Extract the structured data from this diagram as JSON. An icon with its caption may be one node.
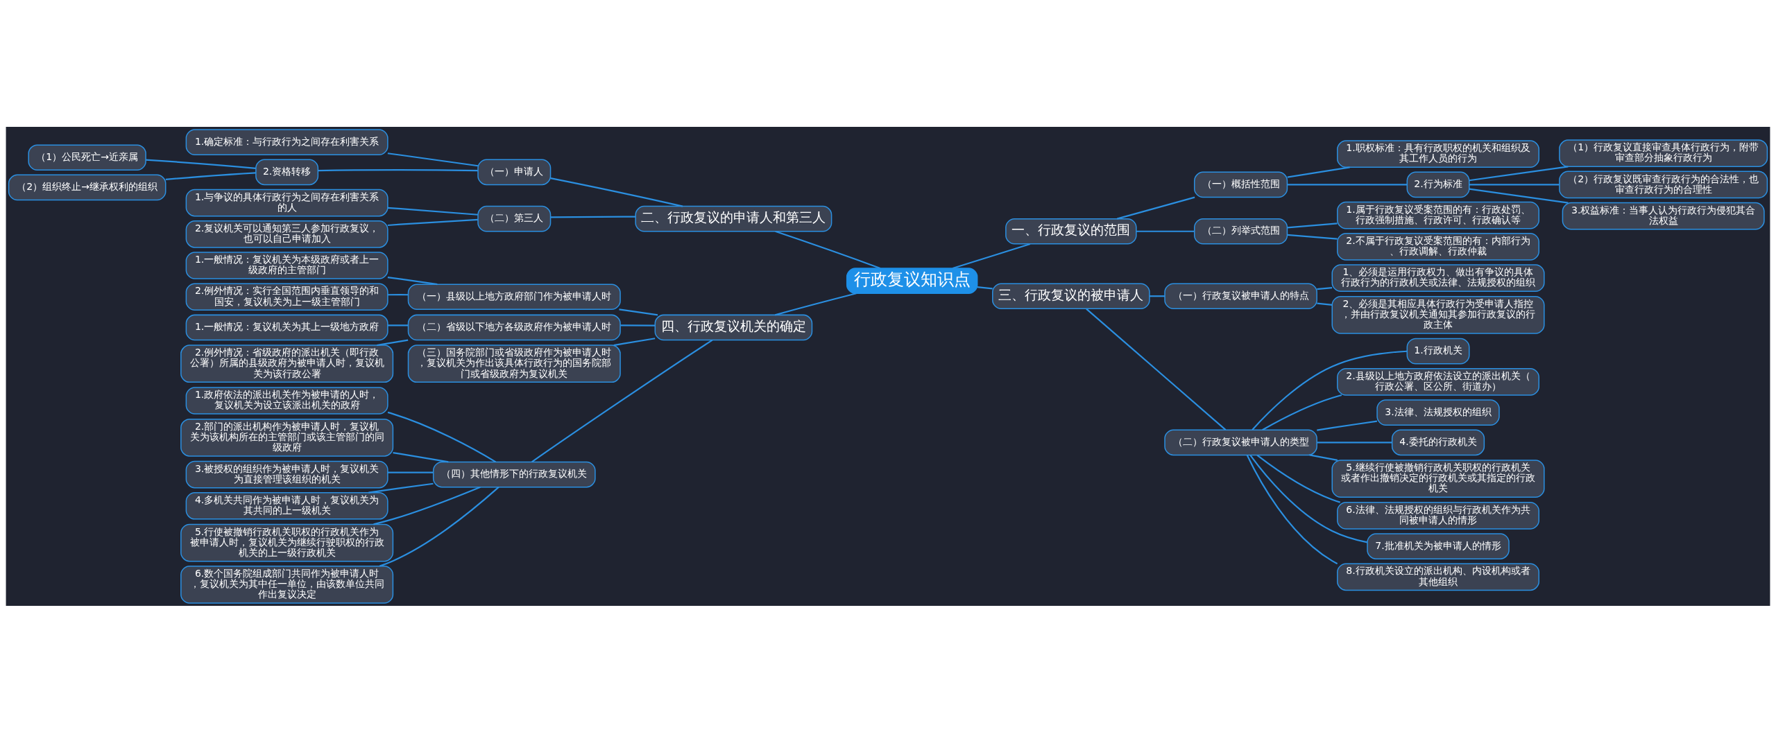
{
  "diagram": {
    "nodes": [
      {
        "text": [
          "行政复议知识点"
        ]
      },
      {
        "text": [
          "一、行政复议的范围"
        ]
      },
      {
        "text": [
          "（一）概括性范围"
        ]
      },
      {
        "text": [
          "1.职权标准：具有行政职权的机关和组织及其工作人员的行为"
        ]
      },
      {
        "text": [
          "2.行为标准"
        ]
      },
      {
        "text": [
          "（1）行政复议直接审查具体行政行为，附带审查部分抽象行政行为"
        ]
      },
      {
        "text": [
          "（2）行政复议既审查行政行为的合法性，也审查行政行为的合理性"
        ]
      },
      {
        "text": [
          "3.权益标准：当事人认为行政行为侵犯其合法权益"
        ]
      },
      {
        "text": [
          "（二）列举式范围"
        ]
      },
      {
        "text": [
          "1.属于行政复议受案范围的有：行政处罚、行政强制措施、行政许可、行政确认等"
        ]
      },
      {
        "text": [
          "2.不属于行政复议受案范围的有：内部行为、行政调解、行政仲裁"
        ]
      },
      {
        "text": [
          "二、行政复议的申请人和第三人"
        ]
      },
      {
        "text": [
          "（一）申请人"
        ]
      },
      {
        "text": [
          "1.确定标准：与行政行为之间存在利害关系"
        ]
      },
      {
        "text": [
          "2.资格转移"
        ]
      },
      {
        "text": [
          "（1）公民死亡→近亲属"
        ]
      },
      {
        "text": [
          "（2）组织终止→继承权利的组织"
        ]
      },
      {
        "text": [
          "（二）第三人"
        ]
      },
      {
        "text": [
          "1.与争议的具体行政行为之间存在利害关系的人"
        ]
      },
      {
        "text": [
          "2.复议机关可以通知第三人参加行政复议，也可以自己申请加入"
        ]
      },
      {
        "text": [
          "三、行政复议的被申请人"
        ]
      },
      {
        "text": [
          "（一）行政复议被申请人的特点"
        ]
      },
      {
        "text": [
          "1、必须是运用行政权力、做出有争议的具体行政行为的行政机关或法律、法规授权的组织"
        ]
      },
      {
        "text": [
          "2、必须是其相应具体行政行为受申请人指控，并由行政复议机关通知其参加行政复议的行政主体"
        ]
      },
      {
        "text": [
          "（二）行政复议被申请人的类型"
        ]
      },
      {
        "text": [
          "1.行政机关"
        ]
      },
      {
        "text": [
          "2.县级以上地方政府依法设立的派出机关（行政公署、区公所、街道办）"
        ]
      },
      {
        "text": [
          "3.法律、法规授权的组织"
        ]
      },
      {
        "text": [
          "4.委托的行政机关"
        ]
      },
      {
        "text": [
          "5.继续行使被撤销行政机关职权的行政机关或者作出撤销决定的行政机关或其指定的行政机关"
        ]
      },
      {
        "text": [
          "6.法律、法规授权的组织与行政机关作为共同被申请人的情形"
        ]
      },
      {
        "text": [
          "7.批准机关为被申请人的情形"
        ]
      },
      {
        "text": [
          "8.行政机关设立的派出机构、内设机构或者其他组织"
        ]
      },
      {
        "text": [
          "四、行政复议机关的确定"
        ]
      },
      {
        "text": [
          "（一）县级以上地方政府部门作为被申请人时"
        ]
      },
      {
        "text": [
          "1.一般情况：复议机关为本级政府或者上一级政府的主管部门"
        ]
      },
      {
        "text": [
          "2.例外情况：实行全国范围内垂直领导的和国安，复议机关为上一级主管部门"
        ]
      },
      {
        "text": [
          "（二）省级以下地方各级政府作为被申请人时"
        ]
      },
      {
        "text": [
          "1.一般情况：复议机关为其上一级地方政府"
        ]
      },
      {
        "text": [
          "2.例外情况：省级政府的派出机关（即行政公署）所属的县级政府为被申请人时，复议机关为该行政公署"
        ]
      },
      {
        "text": [
          "（三）国务院部门或省级政府作为被申请人时，复议机关为作出该具体行政行为的国务院部门或省级政府为复议机关"
        ]
      },
      {
        "text": [
          "（四）其他情形下的行政复议机关"
        ]
      },
      {
        "text": [
          "1.政府依法的派出机关作为被申请的人时，复议机关为设立该派出机关的政府"
        ]
      },
      {
        "text": [
          "2.部门的派出机构作为被申请人时，复议机关为该机构所在的主管部门或该主管部门的同级政府"
        ]
      },
      {
        "text": [
          "3.被授权的组织作为被申请人时，复议机关为直接管理该组织的机关"
        ]
      },
      {
        "text": [
          "4.多机关共同作为被申请人时，复议机关为其共同的上一级机关"
        ]
      },
      {
        "text": [
          "5.行使被撤销行政机关职权的行政机关作为被申请人时，复议机关为继续行驶职权的行政机关的上一级行政机关"
        ]
      },
      {
        "text": [
          "6.数个国务院组成部门共同作为被申请人时，复议机关为其中任一单位，由该数单位共同作出复议决定"
        ]
      }
    ],
    "edges": [
      {
        "from": 0,
        "to": 1,
        "arrow": "none"
      },
      {
        "from": 1,
        "to": 2,
        "arrow": "none"
      },
      {
        "from": 2,
        "to": 3,
        "arrow": "none"
      },
      {
        "from": 2,
        "to": 4,
        "arrow": "none"
      },
      {
        "from": 4,
        "to": 5,
        "arrow": "none"
      },
      {
        "from": 4,
        "to": 6,
        "arrow": "none"
      },
      {
        "from": 4,
        "to": 7,
        "arrow": "none"
      },
      {
        "from": 1,
        "to": 8,
        "arrow": "none"
      },
      {
        "from": 8,
        "to": 9,
        "arrow": "none"
      },
      {
        "from": 8,
        "to": 10,
        "arrow": "none"
      },
      {
        "from": 0,
        "to": 11,
        "arrow": "none"
      },
      {
        "from": 11,
        "to": 12,
        "arrow": "none"
      },
      {
        "from": 12,
        "to": 13,
        "arrow": "none"
      },
      {
        "from": 12,
        "to": 14,
        "arrow": "none"
      },
      {
        "from": 14,
        "to": 15,
        "arrow": "none"
      },
      {
        "from": 14,
        "to": 16,
        "arrow": "none"
      },
      {
        "from": 11,
        "to": 17,
        "arrow": "none"
      },
      {
        "from": 17,
        "to": 18,
        "arrow": "none"
      },
      {
        "from": 17,
        "to": 19,
        "arrow": "none"
      },
      {
        "from": 0,
        "to": 20,
        "arrow": "none"
      },
      {
        "from": 20,
        "to": 21,
        "arrow": "none"
      },
      {
        "from": 21,
        "to": 22,
        "arrow": "none"
      },
      {
        "from": 21,
        "to": 23,
        "arrow": "none"
      },
      {
        "from": 20,
        "to": 24,
        "arrow": "none"
      },
      {
        "from": 24,
        "to": 25,
        "arrow": "none"
      },
      {
        "from": 24,
        "to": 26,
        "arrow": "none"
      },
      {
        "from": 24,
        "to": 27,
        "arrow": "none"
      },
      {
        "from": 24,
        "to": 28,
        "arrow": "none"
      },
      {
        "from": 24,
        "to": 29,
        "arrow": "none"
      },
      {
        "from": 24,
        "to": 30,
        "arrow": "none"
      },
      {
        "from": 24,
        "to": 31,
        "arrow": "none"
      },
      {
        "from": 24,
        "to": 32,
        "arrow": "none"
      },
      {
        "from": 0,
        "to": 33,
        "arrow": "none"
      },
      {
        "from": 33,
        "to": 34,
        "arrow": "none"
      },
      {
        "from": 34,
        "to": 35,
        "arrow": "none"
      },
      {
        "from": 34,
        "to": 36,
        "arrow": "none"
      },
      {
        "from": 33,
        "to": 37,
        "arrow": "none"
      },
      {
        "from": 37,
        "to": 38,
        "arrow": "none"
      },
      {
        "from": 37,
        "to": 39,
        "arrow": "none"
      },
      {
        "from": 33,
        "to": 40,
        "arrow": "none"
      },
      {
        "from": 33,
        "to": 41,
        "arrow": "none"
      },
      {
        "from": 41,
        "to": 42,
        "arrow": "none"
      },
      {
        "from": 41,
        "to": 43,
        "arrow": "none"
      },
      {
        "from": 41,
        "to": 44,
        "arrow": "none"
      },
      {
        "from": 41,
        "to": 45,
        "arrow": "none"
      },
      {
        "from": 41,
        "to": 46,
        "arrow": "none"
      },
      {
        "from": 41,
        "to": 47,
        "arrow": "none"
      }
    ]
  }
}
